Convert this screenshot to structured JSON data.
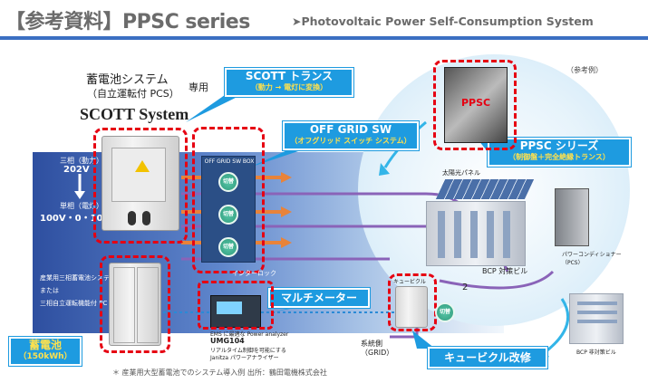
{
  "header": {
    "title": "【参考資料】PPSC series",
    "subtitle": "➤Photovoltaic Power Self-Consumption System"
  },
  "reference_example": "（参考例）",
  "system": {
    "line1": "蓄電池システム",
    "line1_suffix": "専用",
    "line2": "（自立運転付 PCS）",
    "name": "SCOTT System"
  },
  "power_labels": {
    "three_phase": "三相（動力）",
    "three_phase_v": "202V",
    "single_phase": "単相（電灯）",
    "single_phase_v": "100V・0・100V"
  },
  "battery_desc": {
    "l1": "産業用三相蓄電池システ",
    "l2": "または",
    "l3": "三相自立運転機能付 PC"
  },
  "callouts": {
    "scott": {
      "title": "SCOTT トランス",
      "sub": "（動力 → 電灯に変換）"
    },
    "offgrid": {
      "title": "OFF GRID SW",
      "sub": "（オフグリッド スイッチ システム）"
    },
    "ppsc": {
      "title": "PPSC シリーズ",
      "sub": "（制御盤＋完全絶縁トランス）"
    },
    "multimeter": {
      "title": "マルチメーター"
    },
    "battery": {
      "title": "蓄電池",
      "sub": "（150kWh）"
    },
    "cubicle": {
      "title": "キュービクル改修"
    }
  },
  "swbox_label": "OFF GRID SW BOX",
  "switch_label": "切替",
  "interlock": "インターロック",
  "solar_panel": "太陽光パネル",
  "bcp_building": "BCP 対策ビル",
  "pcs_label": "パワーコンディショナー（PCS）",
  "cubicle_label": "キュービクル",
  "non_bcp_building": "BCP 非対策ビル",
  "grid": {
    "l1": "系統側",
    "l2": "（GRID）"
  },
  "analyzer": {
    "l1": "EMS に最適な Power analyzer",
    "l2": "UMG104",
    "l3": "リアルタイム制御を可能にする",
    "l4": "Janitza パワーアナライザー"
  },
  "ppsc_panel_label": "PPSC",
  "num_two": "2",
  "footnote": "＊ 産業用大型蓄電池でのシステム導入例 出所：鶴田電機株式会社",
  "colors": {
    "accent_blue": "#1e9be0",
    "header_rule": "#3b6fc2",
    "highlight_red": "#e60012",
    "line_orange": "#e8833a",
    "line_purple": "#8a63b8"
  }
}
